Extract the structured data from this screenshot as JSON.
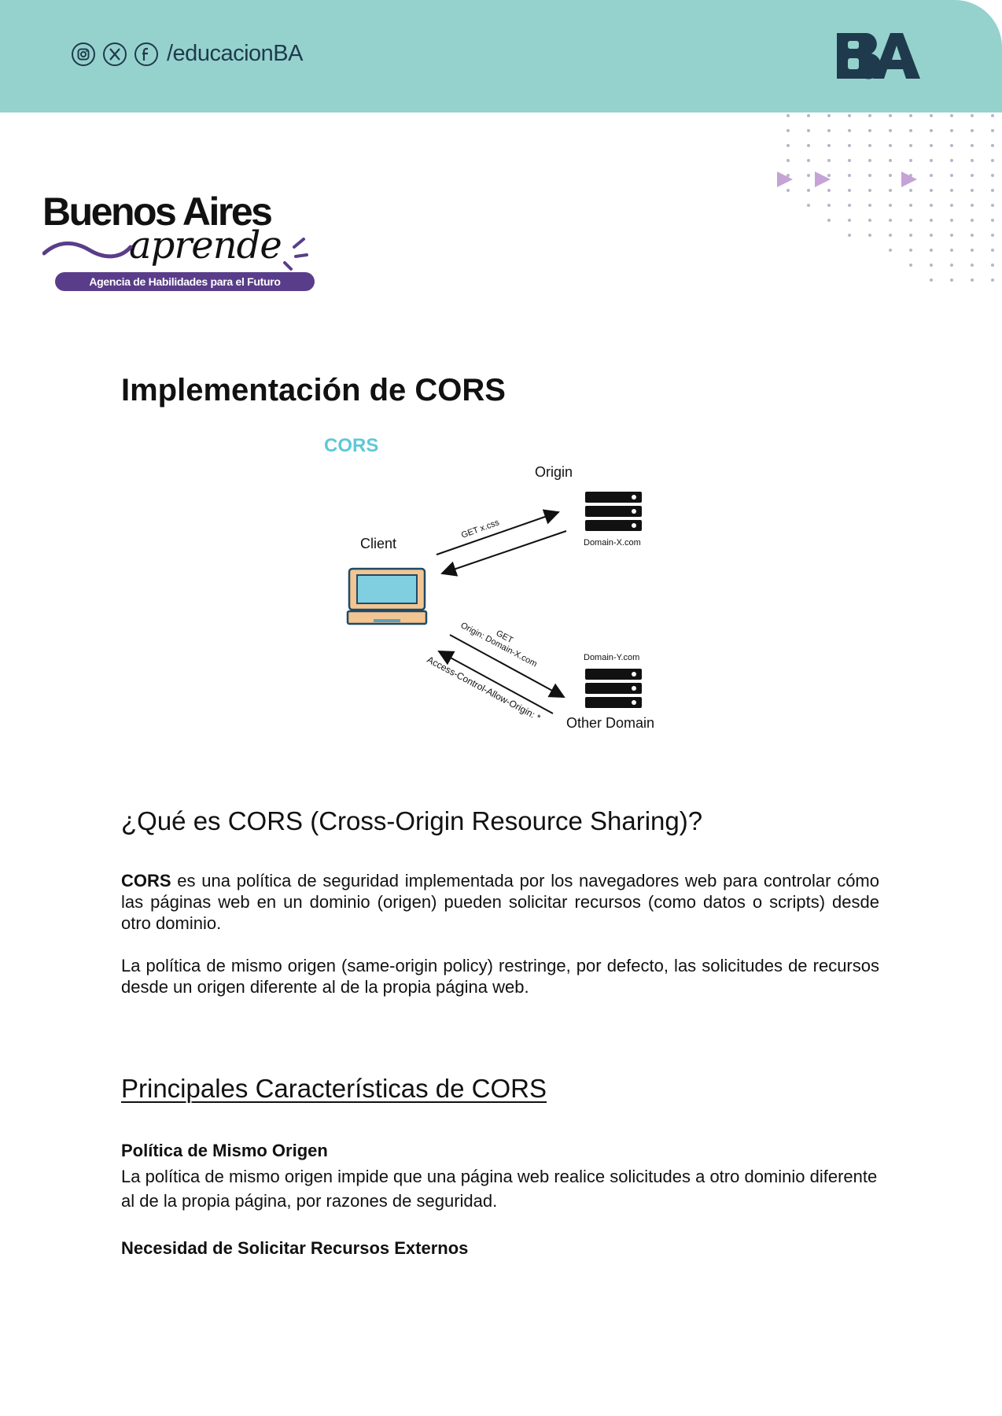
{
  "header": {
    "social_handle": "/educacionBA",
    "brand_logo_text": "BA",
    "accent_color": "#96d2cd"
  },
  "agency_logo": {
    "line1": "Buenos Aires",
    "line2": "aprende",
    "tagline": "Agencia de Habilidades para el Futuro"
  },
  "title": "Implementación de CORS",
  "diagram": {
    "heading": "CORS",
    "client_label": "Client",
    "origin_label": "Origin",
    "origin_domain": "Domain-X.com",
    "get_css_label": "GET x.css",
    "get_label": "GET",
    "origin_header_label": "Origin: Domain-X.com",
    "allow_origin_label": "Access-Control-Allow-Origin: *",
    "other_domain": "Domain-Y.com",
    "other_label": "Other Domain"
  },
  "section1": {
    "heading": "¿Qué es CORS (Cross-Origin Resource Sharing)?",
    "p1_bold": "CORS",
    "p1_rest": " es una política de seguridad implementada por los navegadores web para controlar cómo las páginas web en un dominio (origen) pueden solicitar recursos (como datos o scripts) desde otro dominio.",
    "p2": "La política de mismo origen (same-origin policy) restringe, por defecto, las solicitudes de recursos desde un origen diferente al de la propia página web."
  },
  "section2": {
    "heading": "Principales Características de CORS",
    "sub1_title": "Política de Mismo Origen",
    "sub1_text": "La política de mismo origen impide que una página web realice solicitudes a otro dominio diferente al de la propia página, por razones de seguridad.",
    "sub2_title": "Necesidad de Solicitar Recursos Externos"
  }
}
